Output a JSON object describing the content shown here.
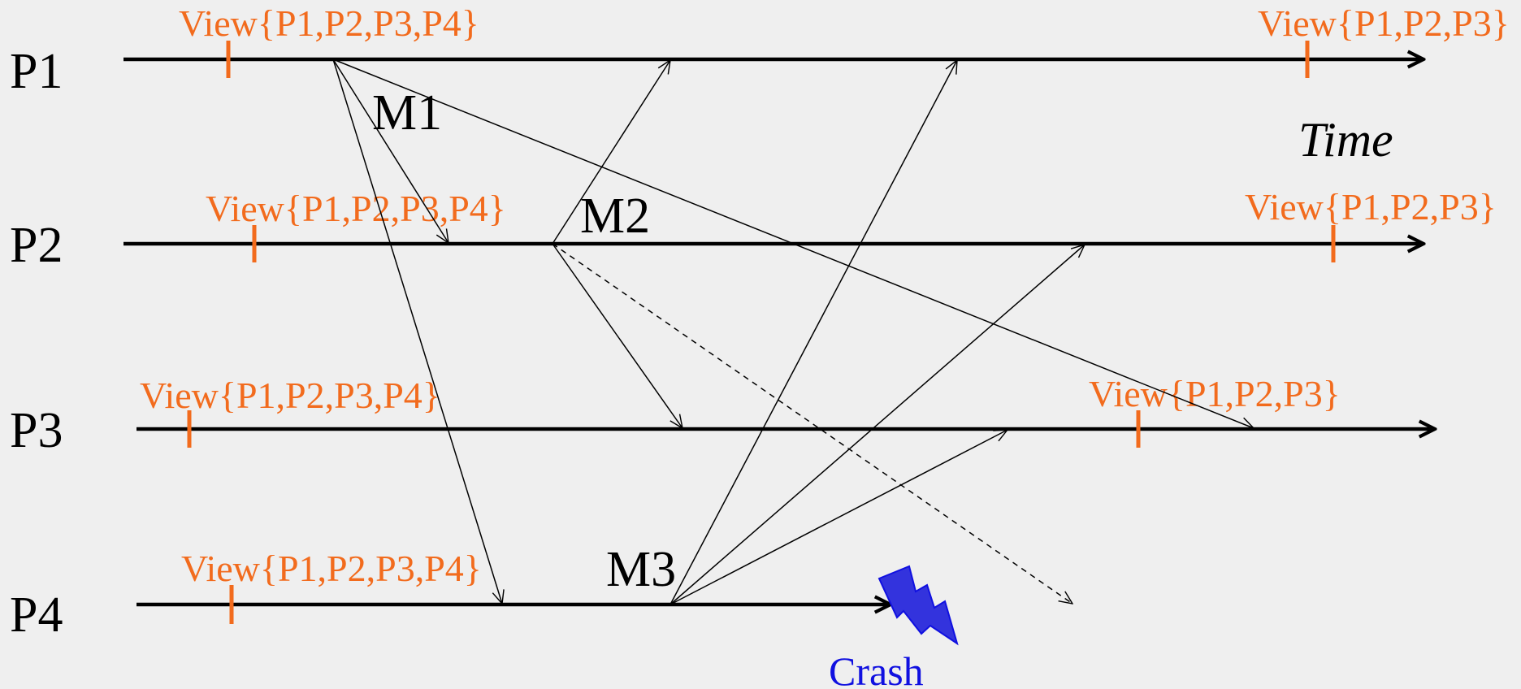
{
  "processes": [
    {
      "label": "P1",
      "view_start": "View{P1,P2,P3,P4}",
      "view_end": "View{P1,P2,P3}"
    },
    {
      "label": "P2",
      "view_start": "View{P1,P2,P3,P4}",
      "view_end": "View{P1,P2,P3}"
    },
    {
      "label": "P3",
      "view_start": "View{P1,P2,P3,P4}",
      "view_end": "View{P1,P2,P3}"
    },
    {
      "label": "P4",
      "view_start": "View{P1,P2,P3,P4}"
    }
  ],
  "messages": [
    {
      "label": "M1"
    },
    {
      "label": "M2"
    },
    {
      "label": "M3"
    }
  ],
  "time_label": "Time",
  "crash_label": "Crash",
  "colors": {
    "view": "#f26b1d",
    "crash_text": "#1010e0",
    "crash_icon": "#3333dd",
    "line": "#000000",
    "background": "#efefef"
  },
  "icons": {
    "crash": "lightning-bolt-icon"
  }
}
